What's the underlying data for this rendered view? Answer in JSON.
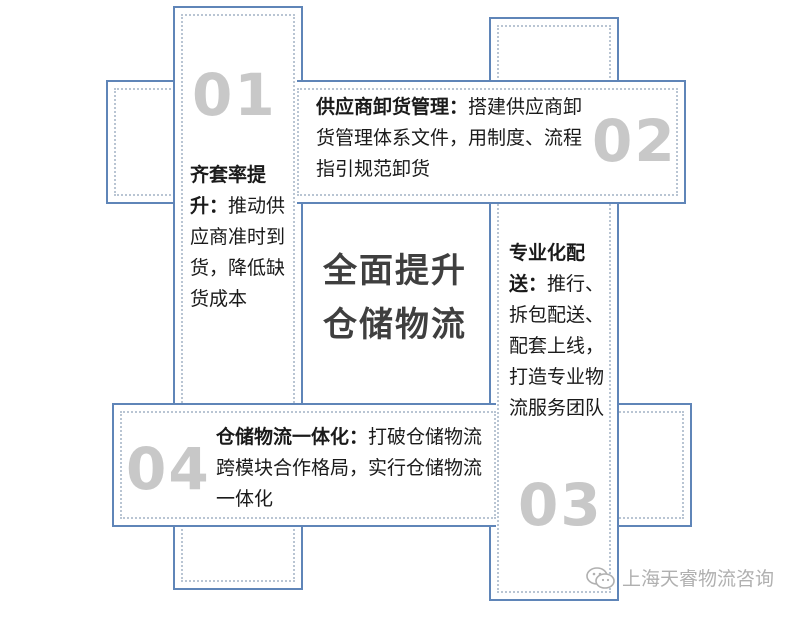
{
  "center": {
    "line1": "全面提升",
    "line2": "仓储物流"
  },
  "items": [
    {
      "number": "01",
      "title": "齐套率提升：",
      "body": "推动供应商准时到货，降低缺货成本"
    },
    {
      "number": "02",
      "title": "供应商卸货管理：",
      "body": "搭建供应商卸货管理体系文件，用制度、流程指引规范卸货"
    },
    {
      "number": "03",
      "title": "专业化配送：",
      "body": "推行、拆包配送、配套上线，打造专业物流服务团队"
    },
    {
      "number": "04",
      "title": "仓储物流一体化：",
      "body": "打破仓储物流跨模块合作格局，实行仓储物流一体化"
    }
  ],
  "watermark": {
    "icon": "wechat-icon",
    "text": "上海天睿物流咨询"
  },
  "colors": {
    "frame": "#5f85b8",
    "dotted": "#b9c5d3",
    "number": "#c8c8c8",
    "watermark": "#b0b0b0"
  }
}
